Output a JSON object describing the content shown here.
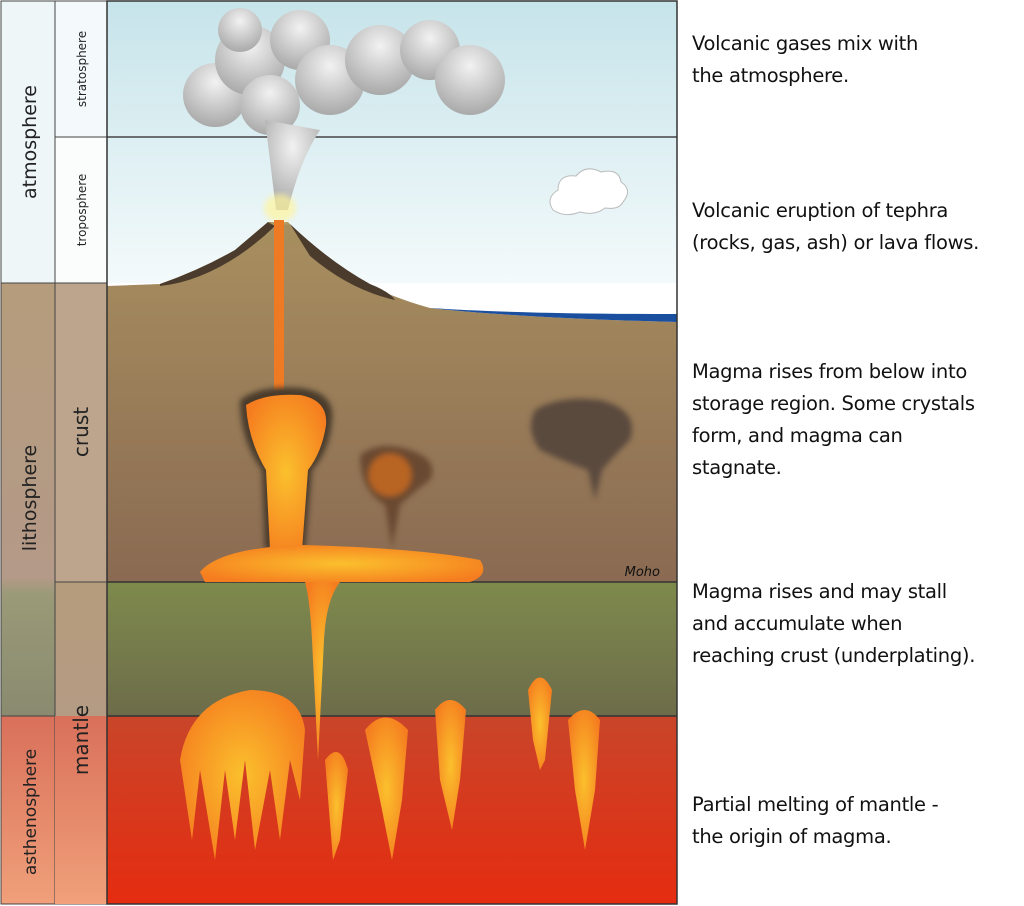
{
  "layers": {
    "atmosphere": "atmosphere",
    "stratosphere": "stratosphere",
    "troposphere": "troposphere",
    "lithosphere": "lithosphere",
    "crust": "crust",
    "mantle": "mantle",
    "asthenosphere": "asthenosphere",
    "moho": "Moho"
  },
  "captions": [
    {
      "lines": [
        "Volcanic gases mix with",
        "the atmosphere."
      ]
    },
    {
      "lines": [
        "Volcanic eruption of tephra",
        "(rocks, gas, ash) or lava flows."
      ]
    },
    {
      "lines": [
        "Magma rises from below into",
        "storage region. Some crystals",
        "form, and magma can",
        "stagnate."
      ]
    },
    {
      "lines": [
        "Magma rises and may stall",
        "and accumulate when",
        "reaching crust (underplating)."
      ]
    },
    {
      "lines": [
        "Partial melting of mantle -",
        "the origin of magma."
      ]
    }
  ],
  "colors": {
    "sky": "#cfe8ee",
    "crust": "#a88c60",
    "mantle_upper": "#7b8050",
    "asthenosphere": "#e03a1a",
    "magma": "#f7931e",
    "ocean": "#1a4fa0"
  }
}
